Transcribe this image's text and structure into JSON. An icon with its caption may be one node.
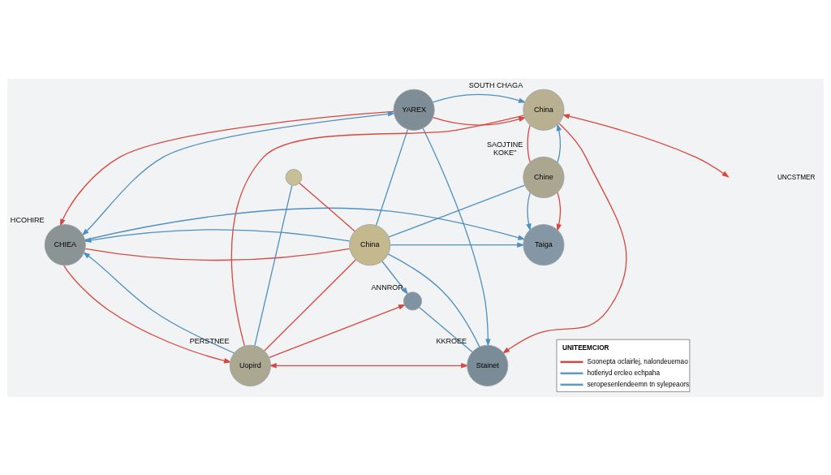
{
  "diagram": {
    "nodes": [
      {
        "text": [
          "YAREX"
        ]
      },
      {
        "text": [
          "China"
        ],
        "beside": [
          "SOUTH CHAGA"
        ]
      },
      {
        "text": [
          "Chine"
        ],
        "beside": [
          "SAOJTINE",
          "KOKE\""
        ]
      },
      {
        "text": [
          "CHIEA"
        ],
        "beside": [
          "HCOHIRE"
        ]
      },
      {
        "text": [
          "China"
        ]
      },
      {
        "text": [
          "Taiga"
        ]
      },
      {
        "text": [],
        "shape": "circle",
        "beside": [
          "ANNROR"
        ]
      },
      {
        "text": [],
        "shape": "circle"
      },
      {
        "text": [
          "Uopird"
        ],
        "beside": [
          "PERSTNEE"
        ]
      },
      {
        "text": [
          "Stainet"
        ],
        "beside": [
          "KKROEE"
        ]
      }
    ],
    "edges": [
      {
        "from": 0,
        "to": 1,
        "arrow": "to",
        "color": "#d9473f"
      },
      {
        "from": 0,
        "to": 1,
        "arrow": "to"
      },
      {
        "from": 1,
        "to": null,
        "arrow": "both",
        "color": "#d9473f"
      },
      {
        "from": 3,
        "to": 0,
        "arrow": "both"
      },
      {
        "from": 0,
        "to": 3,
        "arrow": "to",
        "color": "#d9473f"
      },
      {
        "from": 3,
        "to": 4,
        "arrow": "none",
        "color": "#d9473f"
      },
      {
        "from": 4,
        "to": 3,
        "arrow": "to"
      },
      {
        "from": 3,
        "to": 8,
        "arrow": "to",
        "color": "#d9473f"
      },
      {
        "from": 8,
        "to": 3,
        "arrow": "to"
      },
      {
        "from": 8,
        "to": 9,
        "arrow": "both",
        "color": "#d9473f"
      },
      {
        "from": 2,
        "to": 1,
        "arrow": "to"
      },
      {
        "from": 1,
        "to": 2,
        "arrow": "none",
        "color": "#d9473f"
      },
      {
        "from": 2,
        "to": 5,
        "arrow": "to"
      },
      {
        "from": 2,
        "to": 5,
        "arrow": "to",
        "color": "#d9473f"
      },
      {
        "from": 4,
        "to": 5,
        "arrow": "to"
      },
      {
        "from": 4,
        "to": 6,
        "arrow": "to"
      },
      {
        "from": 8,
        "to": 6,
        "arrow": "to",
        "color": "#d9473f"
      },
      {
        "from": 6,
        "to": 9,
        "arrow": "none"
      },
      {
        "from": 1,
        "to": 9,
        "arrow": "to",
        "color": "#d9473f"
      },
      {
        "from": 1,
        "to": 8,
        "arrow": "none",
        "color": "#d9473f"
      },
      {
        "from": 0,
        "to": 9,
        "arrow": "to"
      },
      {
        "from": 7,
        "to": 8,
        "arrow": "none"
      },
      {
        "from": 7,
        "to": 4,
        "arrow": "none",
        "color": "#d9473f"
      },
      {
        "from": 4,
        "to": 8,
        "arrow": "none",
        "color": "#d9473f"
      },
      {
        "from": 4,
        "to": 9,
        "arrow": "none"
      },
      {
        "from": 2,
        "to": 4,
        "arrow": "none"
      },
      {
        "from": 0,
        "to": 4,
        "arrow": "none"
      },
      {
        "from": 3,
        "to": 5,
        "arrow": "to"
      }
    ],
    "labels": [
      "UNCSTMER",
      "UNITEEMCIOR"
    ],
    "legend": [
      {
        "text": "Soonepta oclairlej, nalondeuemao",
        "color": "#d9473f"
      },
      {
        "text": "hotleriyd ercleo echpaha",
        "color": "#5b9bc8"
      },
      {
        "text": "seropesenlendeemn tn sylepeaors",
        "color": "#5b9bc8"
      }
    ]
  }
}
